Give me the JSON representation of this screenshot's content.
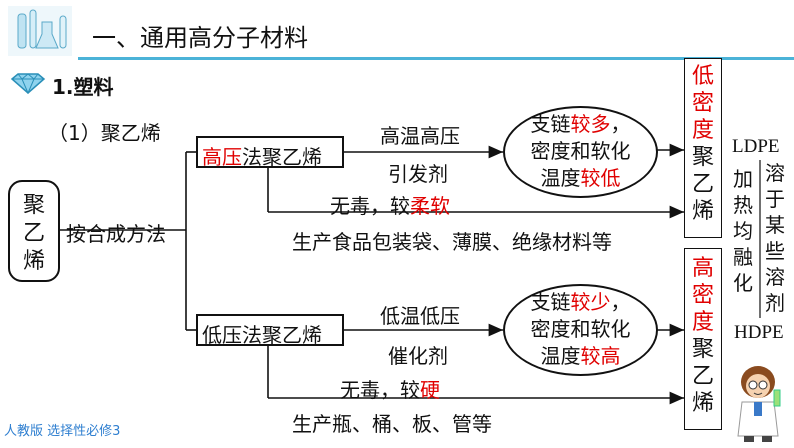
{
  "header": {
    "title": "一、通用高分子材料"
  },
  "section": {
    "title": "1.塑料"
  },
  "subhead": "（1）聚乙烯",
  "root": {
    "label": [
      "聚",
      "乙",
      "烯"
    ],
    "method": "按合成方法"
  },
  "high": {
    "title_red": "高压",
    "title_rest": "法聚乙烯",
    "cond1": "高温高压",
    "cond2": "引发剂",
    "e1_a": "支链",
    "e1_b": "较多",
    "e1_c": "，",
    "e2": "密度和软化",
    "e3_a": "温度",
    "e3_b": "较低",
    "prop_a": "无毒，较",
    "prop_b": "柔软",
    "use": "生产食品包装袋、薄膜、绝缘材料等",
    "vbox_red": [
      "低",
      "密",
      "度"
    ],
    "vbox_black": [
      "聚",
      "乙",
      "烯"
    ],
    "abbr": "LDPE"
  },
  "low": {
    "title": "低压法聚乙烯",
    "cond1": "低温低压",
    "cond2": "催化剂",
    "e1_a": "支链",
    "e1_b": "较少",
    "e1_c": "，",
    "e2": "密度和软化",
    "e3_a": "温度",
    "e3_b": "较高",
    "prop_a": "无毒，较",
    "prop_b": "硬",
    "use": "生产瓶、桶、板、管等",
    "vbox_red": [
      "高",
      "密",
      "度"
    ],
    "vbox_black": [
      "聚",
      "乙",
      "烯"
    ],
    "abbr": "HDPE"
  },
  "side": {
    "col1": [
      "加",
      "热",
      "均",
      "融",
      "化"
    ],
    "col2": [
      "溶",
      "于",
      "某",
      "些",
      "溶",
      "剂"
    ]
  },
  "footer": "人教版 选择性必修3",
  "colors": {
    "accent": "#4bb3d8",
    "highlight": "#e00000",
    "footer": "#2f7fd0"
  }
}
